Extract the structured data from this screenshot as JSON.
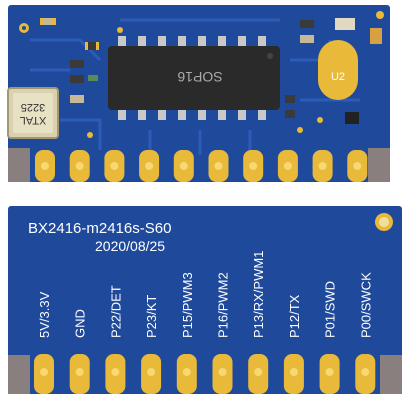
{
  "colors": {
    "pcb": "#1f4a9c",
    "pcb_dark": "#173b80",
    "trace": "#2d5cb8",
    "gold": "#e9b93a",
    "gold_light": "#f7d873",
    "silk": "#ffffff",
    "chip": "#2a2a2a",
    "castellation": "#8a7f7f"
  },
  "top_board": {
    "chip_label": "SOP16",
    "crystal_label_1": "3225",
    "crystal_label_2": "XTAL",
    "antenna_label": "U2",
    "pin_count": 10
  },
  "bottom_board": {
    "model": "BX2416-m2416s-S60",
    "date": "2020/08/25",
    "pins": [
      "5V/3.3V",
      "GND",
      "P22/DET",
      "P23/KT",
      "P15/PWM3",
      "P16/PWM2",
      "P13/RX/PWM1",
      "P12/TX",
      "P01/SWD",
      "P00/SWCK"
    ]
  }
}
